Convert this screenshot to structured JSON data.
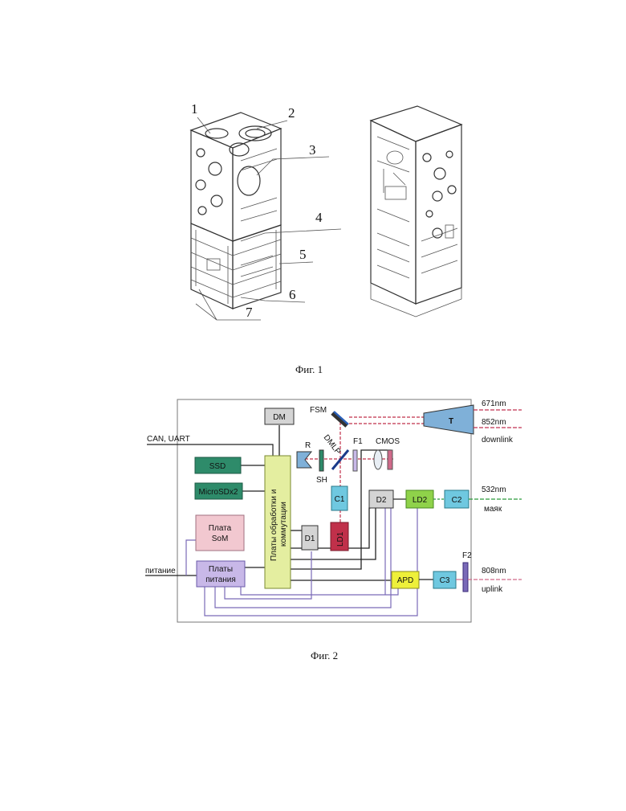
{
  "fig1": {
    "caption": "Фиг. 1",
    "callouts": [
      "1",
      "2",
      "3",
      "4",
      "5",
      "6",
      "7"
    ]
  },
  "fig2": {
    "caption": "Фиг. 2",
    "blocks": {
      "dm": "DM",
      "ssd": "SSD",
      "microsd": "MicroSDx2",
      "som_line1": "Плата",
      "som_line2": "SoM",
      "power_line1": "Платы",
      "power_line2": "питания",
      "proc_line1": "Платы обработки и",
      "proc_line2": "коммутации",
      "d1": "D1",
      "ld1": "LD1",
      "c1": "C1",
      "d2": "D2",
      "ld2": "LD2",
      "c2": "C2",
      "apd": "APD",
      "c3": "C3",
      "t": "T"
    },
    "labels": {
      "fsm": "FSM",
      "dmlp": "DMLP",
      "f1": "F1",
      "cmos": "CMOS",
      "r": "R",
      "sh": "SH",
      "f2": "F2",
      "can_uart": "CAN, UART",
      "power_in": "питание"
    },
    "beams": {
      "l671": "671nm",
      "l852": "852nm",
      "downlink": "downlink",
      "l532": "532nm",
      "mayak": "маяк",
      "l808": "808nm",
      "uplink": "uplink"
    },
    "colors": {
      "green": "#2e8b6a",
      "pink": "#f2c8d0",
      "lavender": "#c8b8e8",
      "yellowgreen": "#e4eea0",
      "grey": "#d4d4d4",
      "red": "#c0304a",
      "cyan": "#6fc8e0",
      "lime": "#8fd24a",
      "yellow": "#eef03a",
      "steel": "#7fb0d8",
      "purple": "#7a6ab8",
      "downlink_red": "#c03050",
      "beacon_green": "#2a9a3a",
      "uplink_pink": "#d06a8a"
    }
  }
}
